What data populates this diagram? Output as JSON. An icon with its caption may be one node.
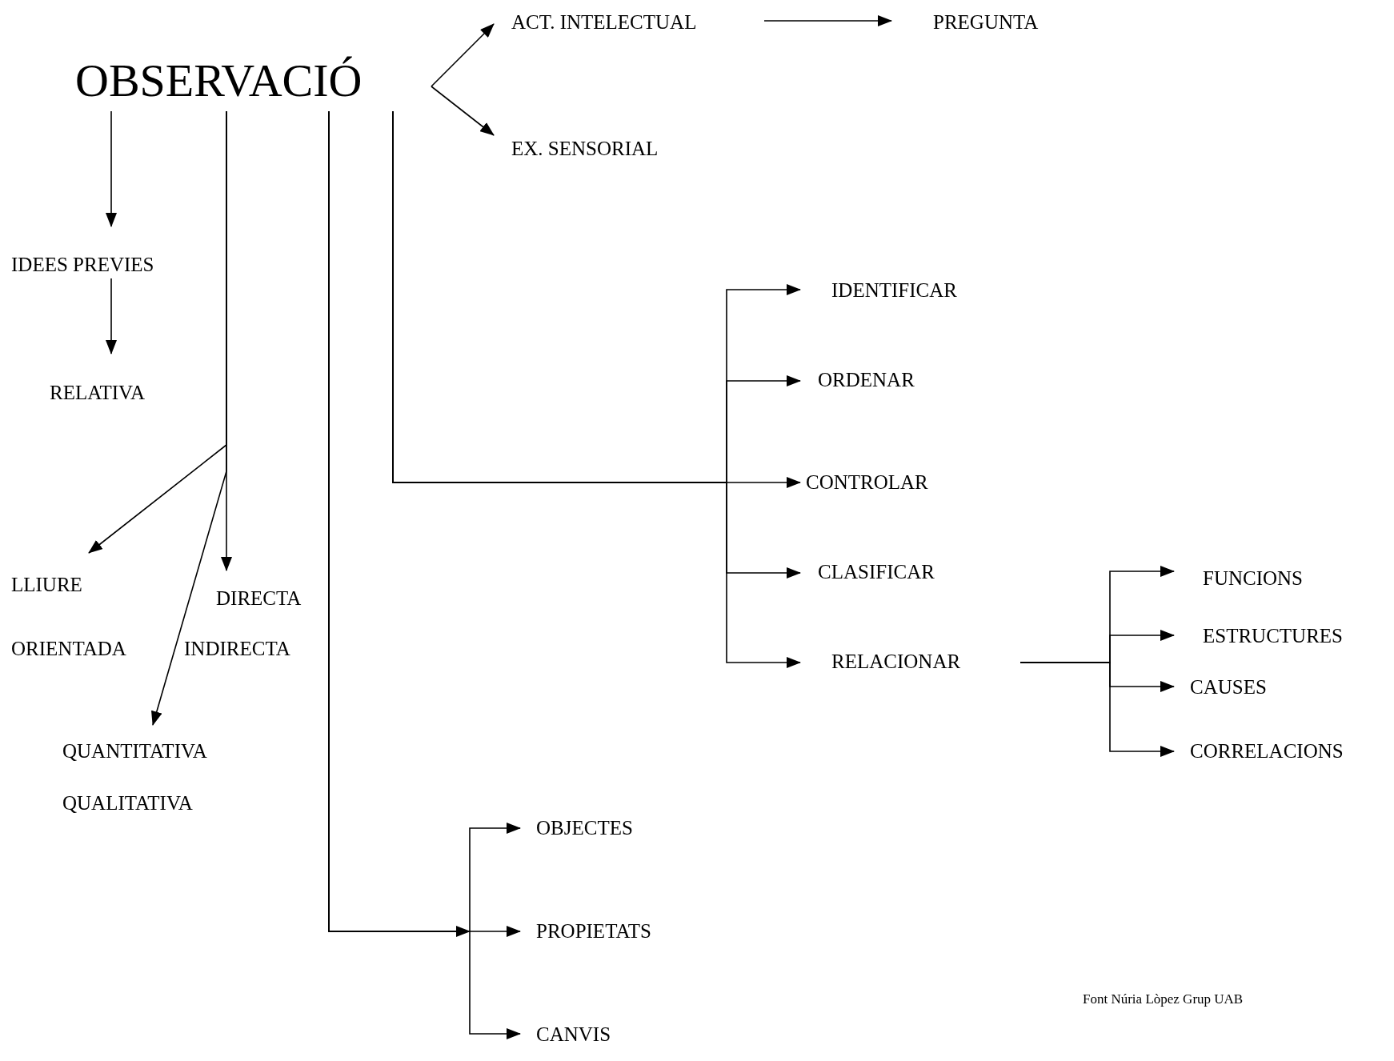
{
  "diagram": {
    "nodes": [
      {
        "text": [
          "OBSERVACIÓ"
        ]
      },
      {
        "text": [
          "ACT. INTELECTUAL"
        ]
      },
      {
        "text": [
          "PREGUNTA"
        ]
      },
      {
        "text": [
          "EX. SENSORIAL"
        ]
      },
      {
        "text": [
          "IDEES PREVIES"
        ]
      },
      {
        "text": [
          "RELATIVA"
        ]
      },
      {
        "text": [
          "LLIURE"
        ]
      },
      {
        "text": [
          "ORIENTADA"
        ]
      },
      {
        "text": [
          "DIRECTA"
        ]
      },
      {
        "text": [
          "INDIRECTA"
        ]
      },
      {
        "text": [
          "QUANTITATIVA"
        ]
      },
      {
        "text": [
          "QUALITATIVA"
        ]
      },
      {
        "text": [
          "IDENTIFICAR"
        ]
      },
      {
        "text": [
          "ORDENAR"
        ]
      },
      {
        "text": [
          "CONTROLAR"
        ]
      },
      {
        "text": [
          "CLASIFICAR"
        ]
      },
      {
        "text": [
          "RELACIONAR"
        ]
      },
      {
        "text": [
          "FUNCIONS"
        ]
      },
      {
        "text": [
          "ESTRUCTURES"
        ]
      },
      {
        "text": [
          "CAUSES"
        ]
      },
      {
        "text": [
          "CORRELACIONS"
        ]
      },
      {
        "text": [
          "OBJECTES"
        ]
      },
      {
        "text": [
          "PROPIETATS"
        ]
      },
      {
        "text": [
          "CANVIS"
        ]
      }
    ],
    "edges": [
      {
        "from": 0,
        "to": 1,
        "arrow": "to"
      },
      {
        "from": 0,
        "to": 3,
        "arrow": "to"
      },
      {
        "from": 1,
        "to": 2,
        "arrow": "to"
      },
      {
        "from": 0,
        "to": 4,
        "arrow": "to"
      },
      {
        "from": 4,
        "to": 5,
        "arrow": "to"
      },
      {
        "from": 0,
        "to": 6,
        "arrow": "to"
      },
      {
        "from": 0,
        "to": 8,
        "arrow": "to"
      },
      {
        "from": 0,
        "to": 10,
        "arrow": "to"
      },
      {
        "from": 0,
        "to": 21,
        "arrow": "to"
      },
      {
        "from": 0,
        "to": 22,
        "arrow": "to"
      },
      {
        "from": 0,
        "to": 23,
        "arrow": "to"
      },
      {
        "from": 0,
        "to": 12,
        "arrow": "to"
      },
      {
        "from": 0,
        "to": 13,
        "arrow": "to"
      },
      {
        "from": 0,
        "to": 14,
        "arrow": "to"
      },
      {
        "from": 0,
        "to": 15,
        "arrow": "to"
      },
      {
        "from": 0,
        "to": 16,
        "arrow": "to"
      },
      {
        "from": 16,
        "to": 17,
        "arrow": "to"
      },
      {
        "from": 16,
        "to": 18,
        "arrow": "to"
      },
      {
        "from": 16,
        "to": 19,
        "arrow": "to"
      },
      {
        "from": 16,
        "to": 20,
        "arrow": "to"
      }
    ],
    "labels": [
      "Font Núria Lòpez Grup UAB"
    ]
  }
}
